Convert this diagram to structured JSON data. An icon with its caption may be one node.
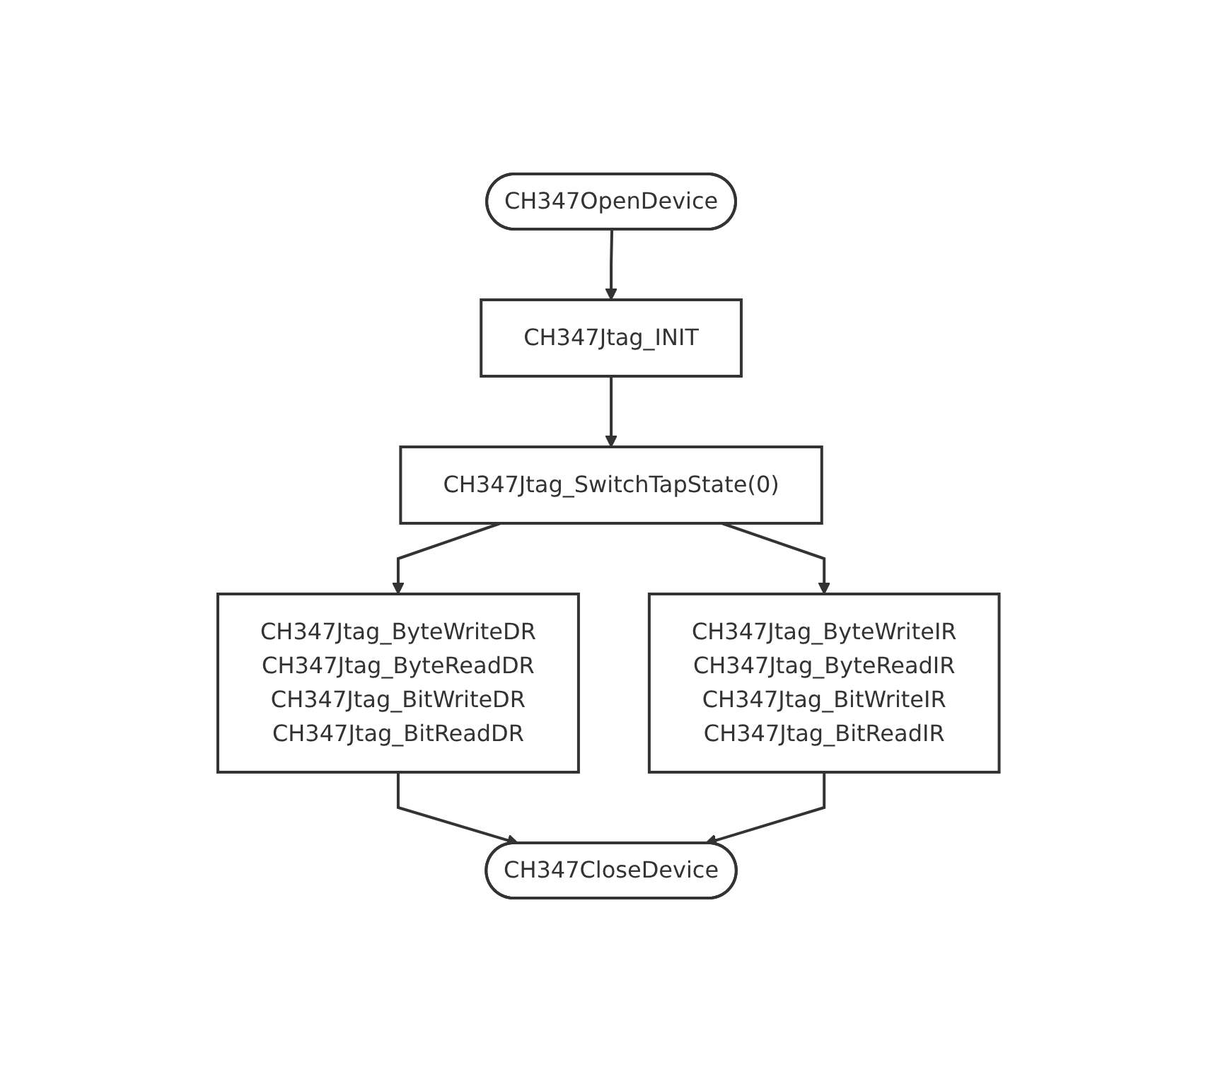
{
  "diagram": {
    "nodes": [
      {
        "text": [
          "CH347OpenDevice"
        ]
      },
      {
        "text": [
          "CH347Jtag_INIT"
        ]
      },
      {
        "text": [
          "CH347Jtag_SwitchTapState(0)"
        ]
      },
      {
        "text": [
          "CH347Jtag_ByteWriteDR",
          "CH347Jtag_ByteReadDR",
          "CH347Jtag_BitWriteDR",
          "CH347Jtag_BitReadDR"
        ]
      },
      {
        "text": [
          "CH347Jtag_ByteWriteIR",
          "CH347Jtag_ByteReadIR",
          "CH347Jtag_BitWriteIR",
          "CH347Jtag_BitReadIR"
        ]
      },
      {
        "text": [
          "CH347CloseDevice"
        ]
      }
    ],
    "edges": [
      {
        "from": 0,
        "to": 1,
        "arrow": "to"
      },
      {
        "from": 1,
        "to": 2,
        "arrow": "to"
      },
      {
        "from": 2,
        "to": 3,
        "arrow": "to"
      },
      {
        "from": 2,
        "to": 4,
        "arrow": "to"
      },
      {
        "from": 3,
        "to": 5,
        "arrow": "to"
      },
      {
        "from": 4,
        "to": 5,
        "arrow": "to"
      }
    ]
  }
}
